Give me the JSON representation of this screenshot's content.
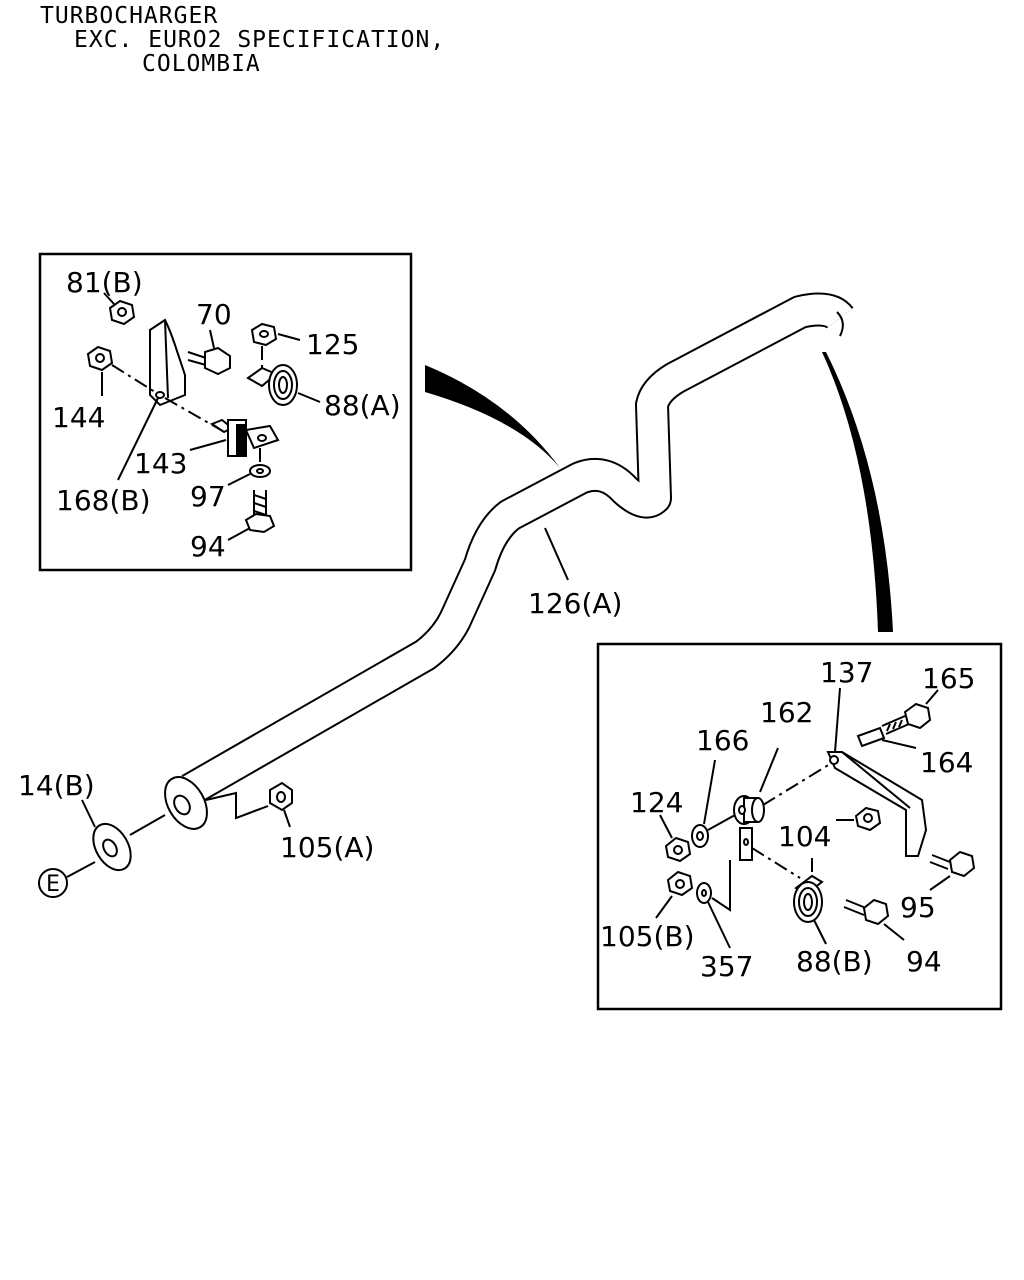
{
  "header": {
    "line1": "TURBOCHARGER",
    "line2": "EXC. EURO2 SPECIFICATION,",
    "line3": "COLOMBIA"
  },
  "main_callouts": {
    "pipe": "126(A)",
    "gasket": "14(B)",
    "nut": "105(A)",
    "connector": "E"
  },
  "detail_left": {
    "labels": {
      "p81b": "81(B)",
      "p70": "70",
      "p125": "125",
      "p88a": "88(A)",
      "p144": "144",
      "p143": "143",
      "p168b": "168(B)",
      "p97": "97",
      "p94": "94"
    }
  },
  "detail_right": {
    "labels": {
      "p137": "137",
      "p165": "165",
      "p162": "162",
      "p166": "166",
      "p164": "164",
      "p124": "124",
      "p104": "104",
      "p105b": "105(B)",
      "p95": "95",
      "p357": "357",
      "p88b": "88(B)",
      "p94": "94"
    }
  }
}
